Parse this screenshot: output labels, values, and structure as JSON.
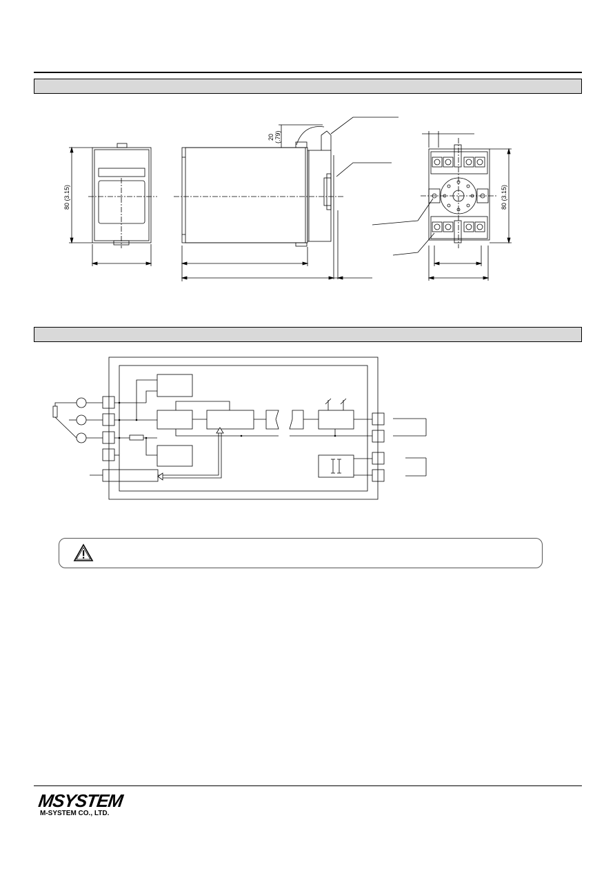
{
  "dimensions_drawing": {
    "height_label_left": "80 (3.15)",
    "height_label_right": "80 (3.15)",
    "rail_height_label": "20",
    "rail_height_label_inch": "(.79)"
  },
  "company": {
    "logo_text": "MSYSTEM",
    "name": "M-SYSTEM CO., LTD."
  },
  "icons": {
    "warning": "warning-triangle-icon"
  }
}
